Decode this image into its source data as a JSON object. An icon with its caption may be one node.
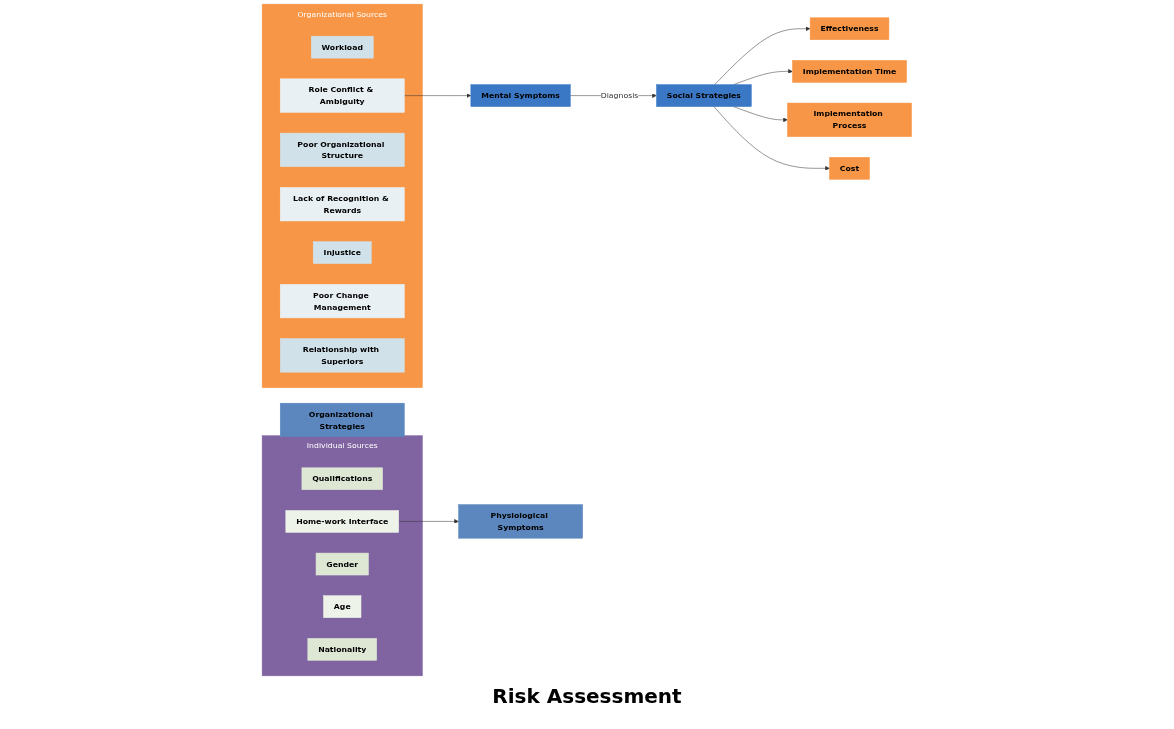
{
  "diagram": {
    "nodes": [
      {
        "text": [
          "Organizational Sources"
        ]
      },
      {
        "text": [
          "Workload"
        ],
        "in": 0
      },
      {
        "text": [
          "Role Conflict & Ambiguity"
        ],
        "in": 0
      },
      {
        "text": [
          "Poor Organizational Structure"
        ],
        "in": 0
      },
      {
        "text": [
          "Lack of Recognition & Rewards"
        ],
        "in": 0
      },
      {
        "text": [
          "Injustice"
        ],
        "in": 0
      },
      {
        "text": [
          "Poor Change Management"
        ],
        "in": 0
      },
      {
        "text": [
          "Relationship with Superiors"
        ],
        "in": 0
      },
      {
        "text": [
          "Individual Sources"
        ]
      },
      {
        "text": [
          "Qualifications"
        ],
        "in": 8
      },
      {
        "text": [
          "Home-work Interface"
        ],
        "in": 8
      },
      {
        "text": [
          "Gender"
        ],
        "in": 8
      },
      {
        "text": [
          "Age"
        ],
        "in": 8
      },
      {
        "text": [
          "Nationality"
        ],
        "in": 8
      },
      {
        "text": [
          "Mental Symptoms"
        ]
      },
      {
        "text": [
          "Physiological Symptoms"
        ]
      },
      {
        "text": [
          "Social Strategies"
        ]
      },
      {
        "text": [
          "Organizational Strategies"
        ]
      },
      {
        "text": [
          "Effectiveness"
        ]
      },
      {
        "text": [
          "Implementation Time"
        ]
      },
      {
        "text": [
          "Implementation Process"
        ]
      },
      {
        "text": [
          "Cost"
        ]
      }
    ],
    "edges": [
      {
        "from": 2,
        "to": 14,
        "arrow": "to"
      },
      {
        "from": 10,
        "to": 15,
        "arrow": "to"
      },
      {
        "from": 14,
        "to": 16,
        "arrow": "to",
        "label": "Diagnosis"
      },
      {
        "from": 16,
        "to": 18,
        "arrow": "to"
      },
      {
        "from": 16,
        "to": 19,
        "arrow": "to"
      },
      {
        "from": 16,
        "to": 20,
        "arrow": "to"
      },
      {
        "from": 16,
        "to": 21,
        "arrow": "to"
      }
    ],
    "labels": [
      "Risk Assessment"
    ]
  }
}
